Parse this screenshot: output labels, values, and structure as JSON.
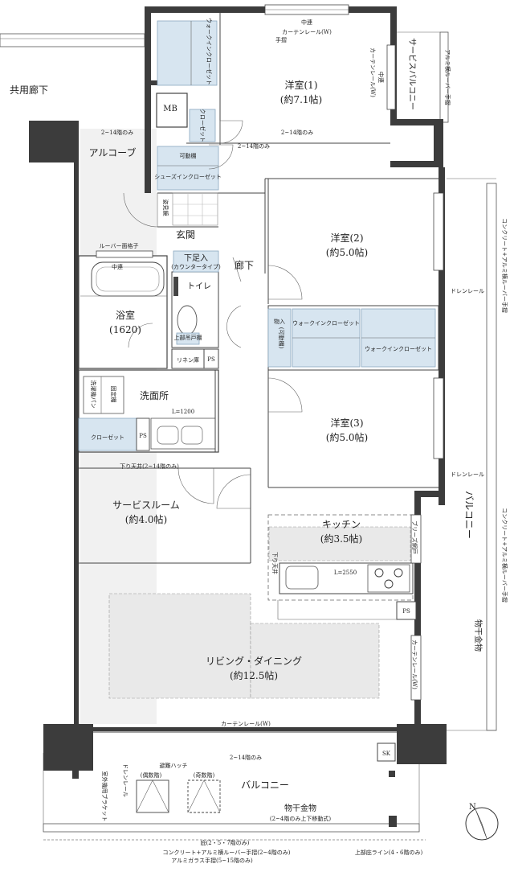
{
  "rooms": {
    "western1": {
      "name": "洋室(1)",
      "size": "(約7.1帖)"
    },
    "western2": {
      "name": "洋室(2)",
      "size": "(約5.0帖)"
    },
    "western3": {
      "name": "洋室(3)",
      "size": "(約5.0帖)"
    },
    "service": {
      "name": "サービスルーム",
      "size": "(約4.0帖)"
    },
    "kitchen": {
      "name": "キッチン",
      "size": "(約3.5帖)"
    },
    "living": {
      "name": "リビング・ダイニング",
      "size": "(約12.5帖)"
    },
    "bath": {
      "name": "浴室",
      "size": "(1620)"
    },
    "washroom": "洗面所",
    "toilet": "トイレ",
    "entrance": "玄関",
    "corridor": "廊下",
    "alcove": "アルコーブ",
    "common_corridor": "共用廊下"
  },
  "storage": {
    "walk_in_1": "ウォークインクローゼット",
    "closet_small": "クローゼット",
    "shoes_in": "シューズインクローゼット",
    "movable_shelf": "可動棚",
    "walk_in_2": "ウォークインクローゼット",
    "walk_in_3": "ウォークインクローゼット",
    "storage": "物入",
    "storage_note": "(可動棚)",
    "closet_wash": "クローゼット",
    "linen": "リネン庫",
    "upper_cabinet": "上部吊戸棚",
    "shoe_box": "下足入",
    "shoe_box_type": "(カウンタータイプ)",
    "fixed_shelf": "固定棚",
    "washer_pan": "洗濯機パン"
  },
  "labels": {
    "mb": "MB",
    "ps": "PS",
    "sk": "SK",
    "louver_grille": "ルーバー面格子",
    "middle_rail_top": "中連",
    "curtain_w_top": "カーテンレール(W)",
    "handrail": "手摺",
    "curtain_w_side": "カーテンレール(W)",
    "middle_rail_side": "中連",
    "service_balcony": "サービスバルコニー",
    "alum_louver_handrail": "アルミ横ルーバー手摺",
    "floor14_a": "2~14階のみ",
    "floor14_b": "2~14階のみ",
    "floor14_c": "2~14階のみ",
    "floor14_d": "2~14階のみ",
    "drop_ceiling_14": "下り天井(2~14階のみ)",
    "peep_window": "姿見鏡",
    "middle_rail_bath": "中連",
    "counter_l1200": "L=1200",
    "counter_l2550": "L=2550",
    "drop_ceiling": "下り天井",
    "breeze": "ブリーズ網戸",
    "curtain_w_living": "カーテンレール(W)",
    "drain_rail_1": "ドレンレール",
    "drain_rail_2": "ドレンレール",
    "balcony_right": "バルコニー",
    "balcony_bottom": "バルコニー",
    "concrete_louver_right": "コンクリート+アルミ横ルーバー手摺",
    "concrete_louver_right2": "コンクリート+アルミ横ルーバー手摺",
    "dry_rack_right": "物干金物",
    "curtain_w_bottom": "カーテンレール(W)",
    "escape_hatch": "避難ハッチ",
    "even_floor": "(偶数階)",
    "odd_floor": "(奇数階)",
    "drain_rail_bottom": "ドレンレール",
    "ac_bracket": "室外機用ブラケット",
    "dry_rack_bottom": "物干金物",
    "dry_rack_note": "(2~4階のみ上下移動式)",
    "eave": "庇(2・5・7階のみ)",
    "concrete_louver_bottom": "コンクリート+アルミ横ルーバー手摺(2~4階のみ)",
    "alum_glass": "アルミガラス手摺(5~15階のみ)",
    "upper_eave_line": "上部庇ライン(4・6階のみ)",
    "north": "N"
  }
}
